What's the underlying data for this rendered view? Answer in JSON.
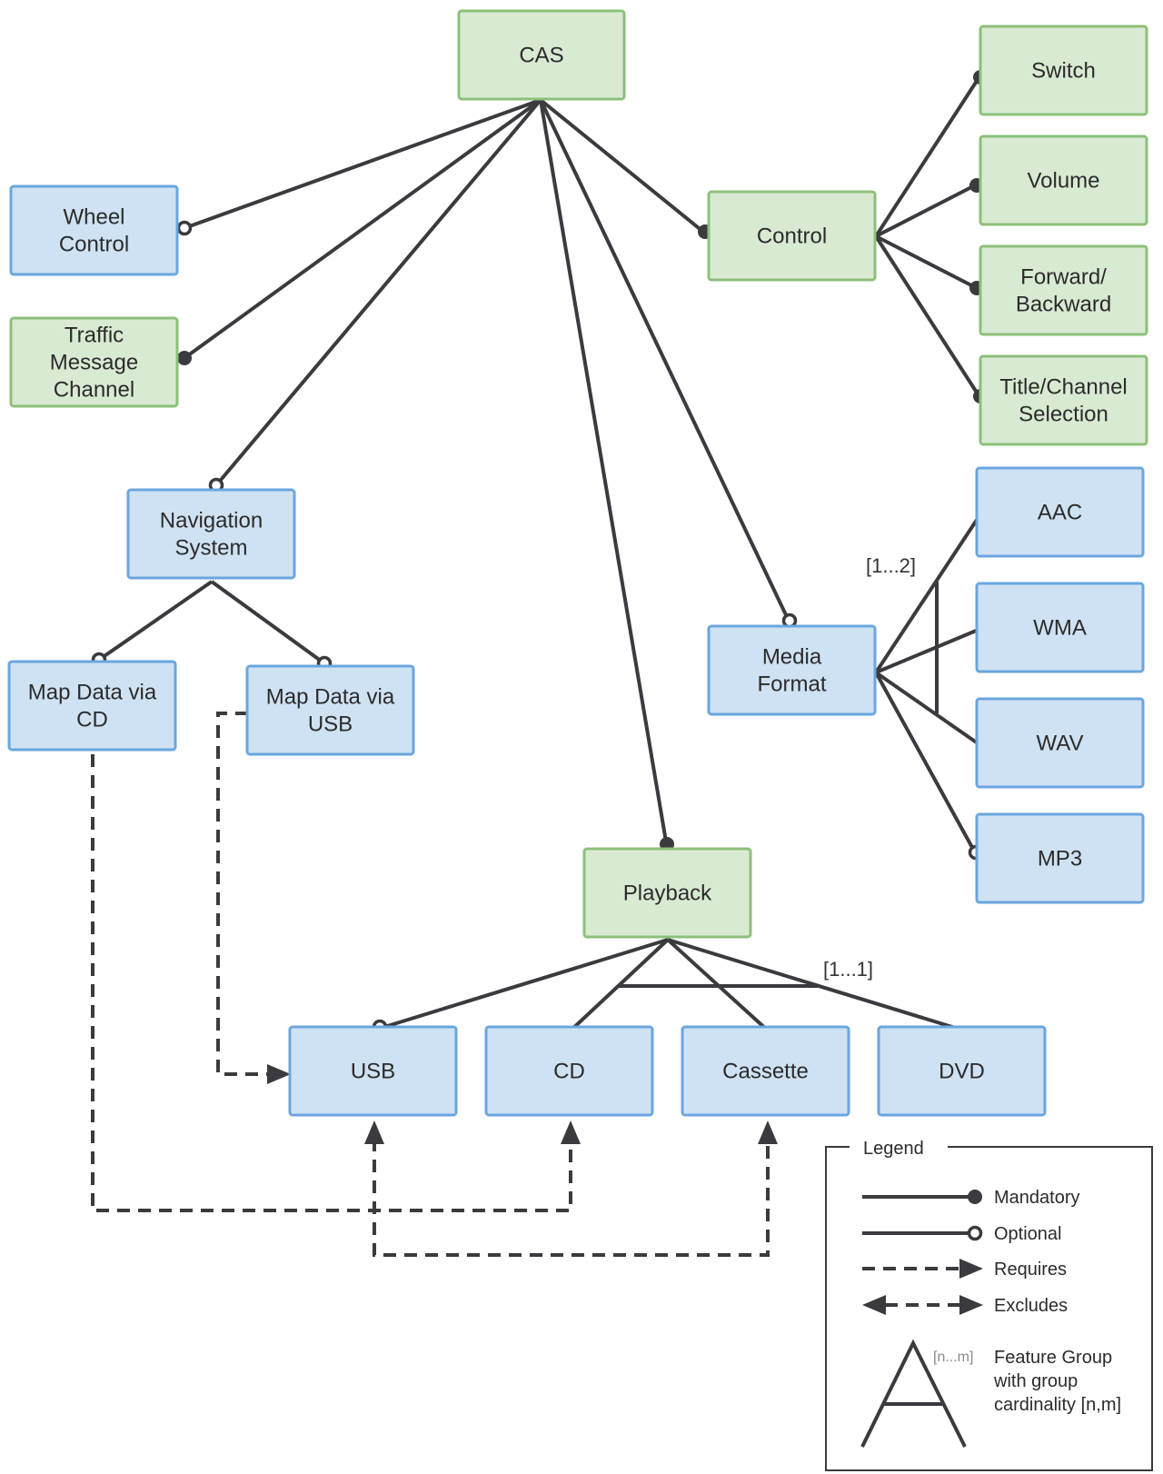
{
  "colors": {
    "mandatory_fill": "#d9ead3",
    "mandatory_stroke": "#8cc07a",
    "optional_fill": "#cfe2f3",
    "optional_stroke": "#6aa6df",
    "line": "#3a3a3f"
  },
  "nodes": {
    "cas": {
      "lines": [
        "CAS"
      ],
      "kind": "green"
    },
    "wheel": {
      "lines": [
        "Wheel",
        "Control"
      ],
      "kind": "blue"
    },
    "traffic": {
      "lines": [
        "Traffic",
        "Message",
        "Channel"
      ],
      "kind": "green"
    },
    "control": {
      "lines": [
        "Control"
      ],
      "kind": "green"
    },
    "switch": {
      "lines": [
        "Switch"
      ],
      "kind": "green"
    },
    "volume": {
      "lines": [
        "Volume"
      ],
      "kind": "green"
    },
    "fwd": {
      "lines": [
        "Forward/",
        "Backward"
      ],
      "kind": "green"
    },
    "title": {
      "lines": [
        "Title/Channel",
        "Selection"
      ],
      "kind": "green"
    },
    "nav": {
      "lines": [
        "Navigation",
        "System"
      ],
      "kind": "blue"
    },
    "mapcd": {
      "lines": [
        "Map Data via",
        "CD"
      ],
      "kind": "blue"
    },
    "mapusb": {
      "lines": [
        "Map Data via",
        "USB"
      ],
      "kind": "blue"
    },
    "media": {
      "lines": [
        "Media",
        "Format"
      ],
      "kind": "blue"
    },
    "aac": {
      "lines": [
        "AAC"
      ],
      "kind": "blue"
    },
    "wma": {
      "lines": [
        "WMA"
      ],
      "kind": "blue"
    },
    "wav": {
      "lines": [
        "WAV"
      ],
      "kind": "blue"
    },
    "mp3": {
      "lines": [
        "MP3"
      ],
      "kind": "blue"
    },
    "playback": {
      "lines": [
        "Playback"
      ],
      "kind": "green"
    },
    "usb": {
      "lines": [
        "USB"
      ],
      "kind": "blue"
    },
    "cd": {
      "lines": [
        "CD"
      ],
      "kind": "blue"
    },
    "cassette": {
      "lines": [
        "Cassette"
      ],
      "kind": "blue"
    },
    "dvd": {
      "lines": [
        "DVD"
      ],
      "kind": "blue"
    }
  },
  "relations": [
    {
      "from": "cas",
      "to": "wheel",
      "type": "optional"
    },
    {
      "from": "cas",
      "to": "traffic",
      "type": "mandatory"
    },
    {
      "from": "cas",
      "to": "nav",
      "type": "optional"
    },
    {
      "from": "cas",
      "to": "control",
      "type": "mandatory"
    },
    {
      "from": "cas",
      "to": "media",
      "type": "optional"
    },
    {
      "from": "cas",
      "to": "playback",
      "type": "mandatory"
    },
    {
      "from": "control",
      "to": "switch",
      "type": "mandatory"
    },
    {
      "from": "control",
      "to": "volume",
      "type": "mandatory"
    },
    {
      "from": "control",
      "to": "fwd",
      "type": "mandatory"
    },
    {
      "from": "control",
      "to": "title",
      "type": "mandatory"
    },
    {
      "from": "nav",
      "to": "mapcd",
      "type": "optional"
    },
    {
      "from": "nav",
      "to": "mapusb",
      "type": "optional"
    },
    {
      "from": "media",
      "to": "mp3",
      "type": "optional"
    },
    {
      "from": "playback",
      "to": "usb",
      "type": "optional"
    }
  ],
  "groups": [
    {
      "parent": "media",
      "members": [
        "aac",
        "wma",
        "wav"
      ],
      "cardinality": "[1...2]"
    },
    {
      "parent": "playback",
      "members": [
        "cd",
        "cassette",
        "dvd"
      ],
      "cardinality": "[1...1]"
    }
  ],
  "constraints": [
    {
      "from": "mapusb",
      "to": "usb",
      "type": "requires"
    },
    {
      "from": "mapcd",
      "to": "cd",
      "type": "requires"
    },
    {
      "from": "usb",
      "to": "cassette",
      "type": "excludes"
    }
  ],
  "legend": {
    "title": "Legend",
    "mandatory": "Mandatory",
    "optional": "Optional",
    "requires": "Requires",
    "excludes": "Excludes",
    "group_marker": "[n...m]",
    "group_lines": [
      "Feature Group",
      "with group",
      "cardinality [n,m]"
    ]
  }
}
